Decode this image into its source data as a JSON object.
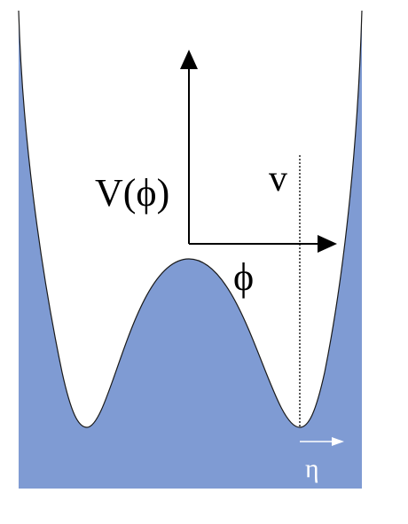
{
  "diagram": {
    "labels": {
      "potential": "V(ϕ)",
      "field": "ϕ",
      "vev": "v",
      "fluctuation": "η"
    },
    "colors": {
      "fill": "#7f9bd3",
      "background": "#ffffff",
      "axis": "#000000",
      "eta_arrow": "#ffffff"
    }
  }
}
